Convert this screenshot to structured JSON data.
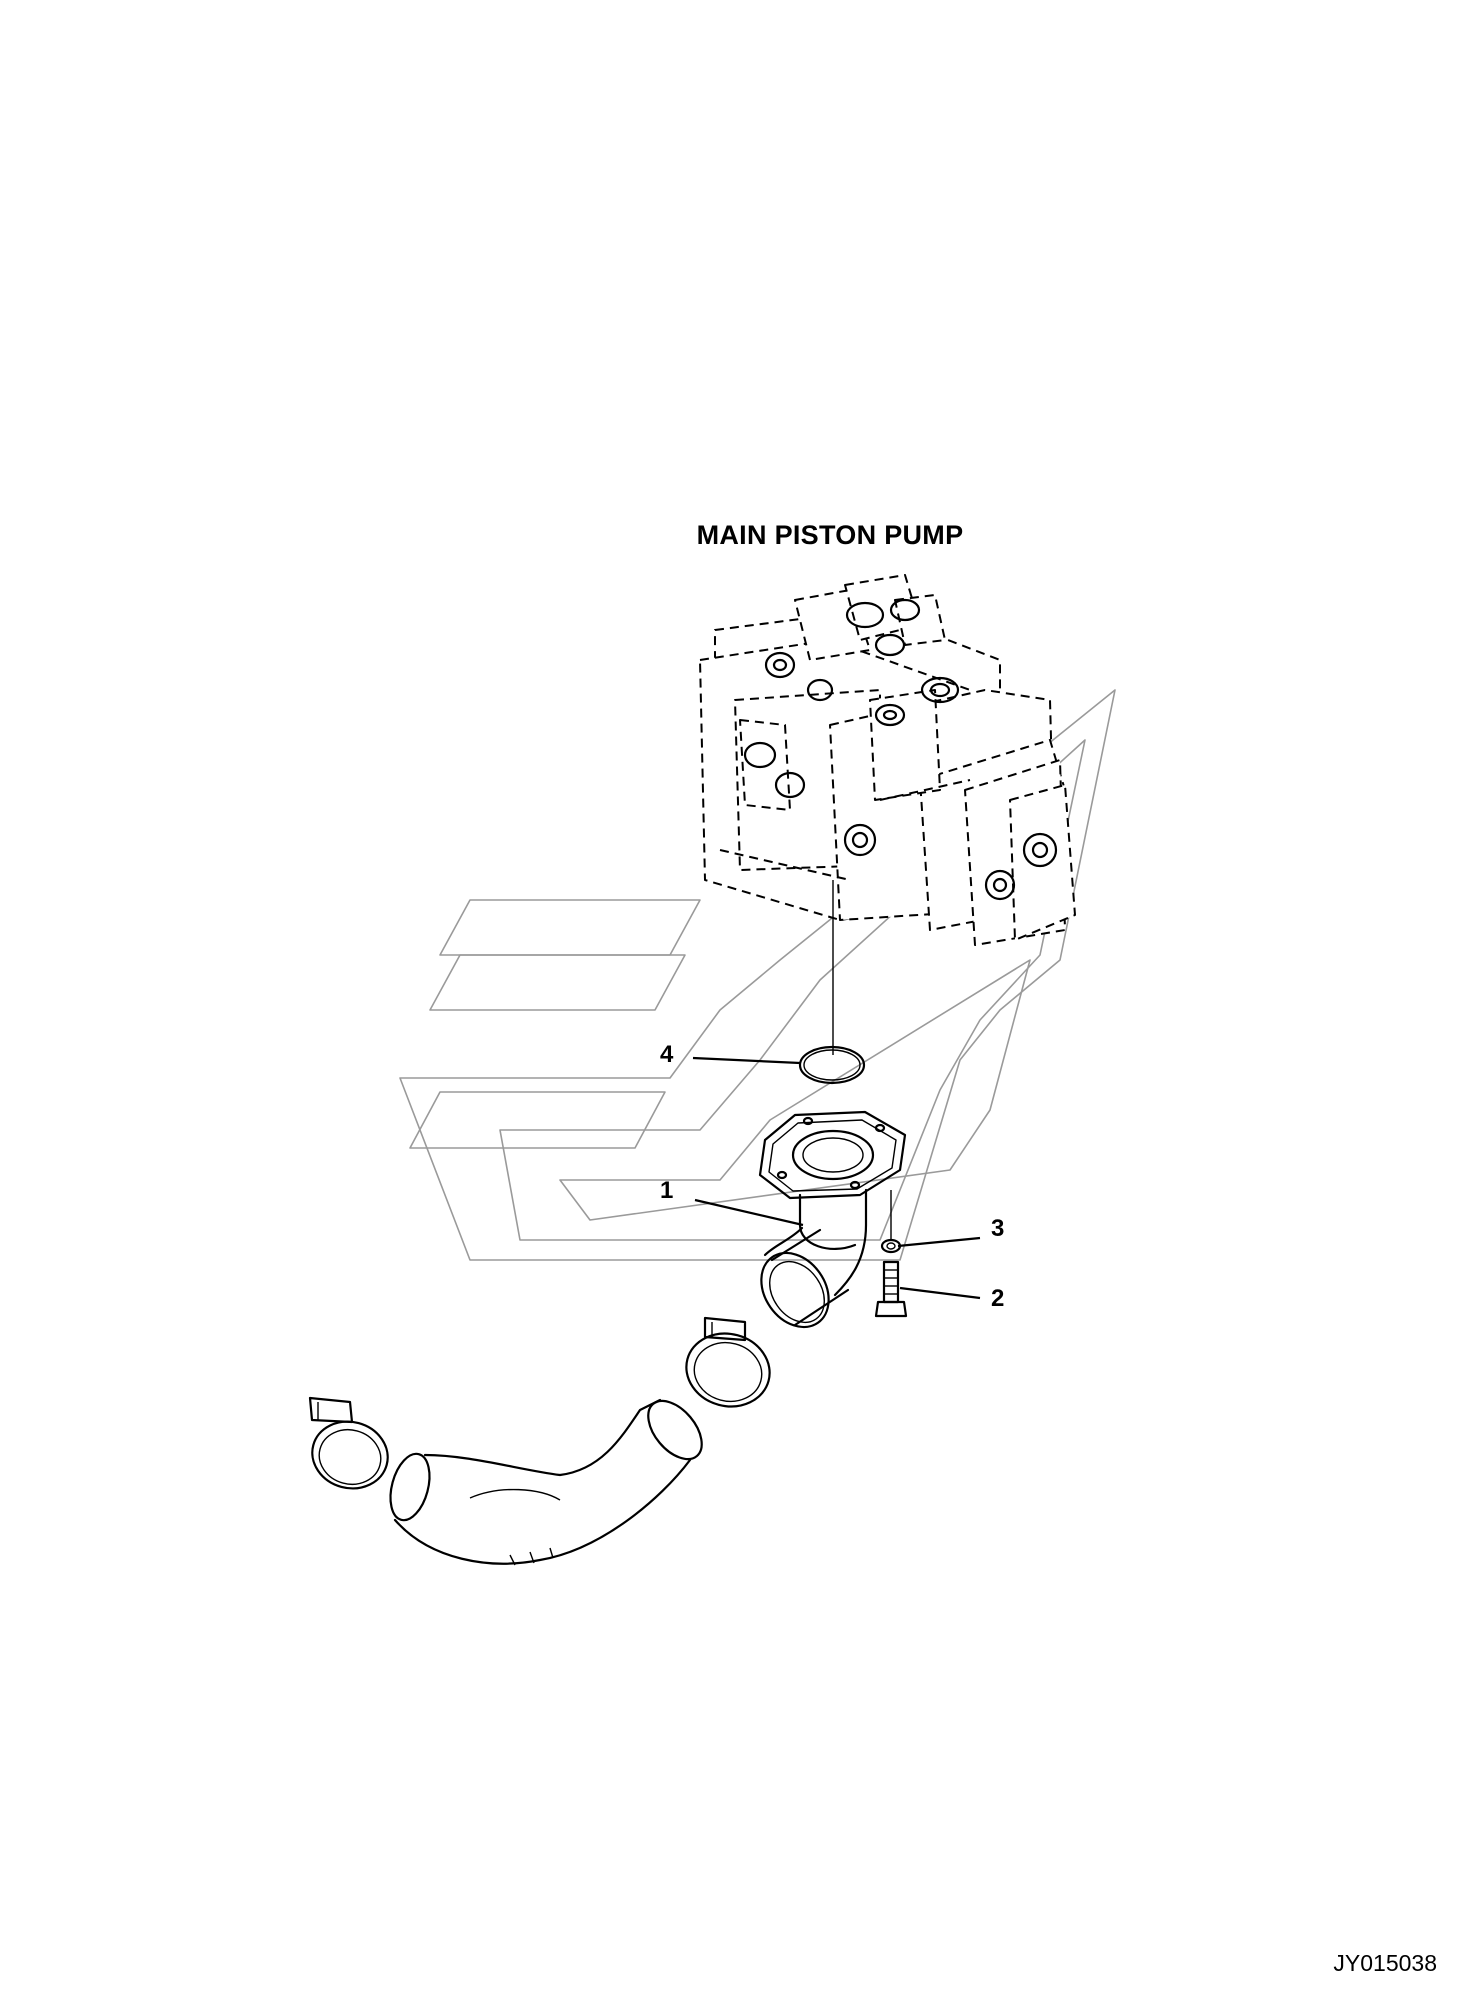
{
  "title": "MAIN PISTON PUMP",
  "callouts": {
    "part_1": "1",
    "part_2": "2",
    "part_3": "3",
    "part_4": "4"
  },
  "doc_reference": "JY015038",
  "colors": {
    "line": "#000000",
    "watermark": "#9a9a9a",
    "background": "#ffffff"
  }
}
